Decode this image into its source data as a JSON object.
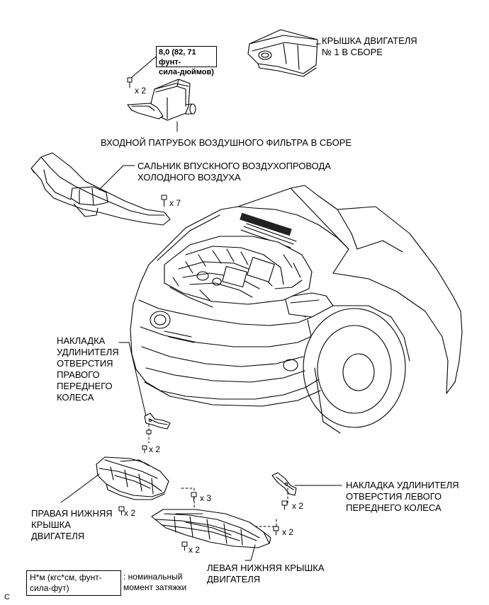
{
  "labels": {
    "engine_cover": [
      "КРЫШКА ДВИГАТЕЛЯ",
      "№ 1 В СБОРЕ"
    ],
    "air_inlet": "ВХОДНОЙ ПАТРУБОК ВОЗДУШНОГО ФИЛЬТРА В СБОРЕ",
    "cool_air_seal": [
      "САЛЬНИК ВПУСКНОГО ВОЗДУХОПРОВОДА",
      "ХОЛОДНОГО ВОЗДУХА"
    ],
    "right_wheel_cover": [
      "НАКЛАДКА",
      "УДЛИНИТЕЛЯ",
      "ОТВЕРСТИЯ",
      "ПРАВОГО",
      "ПЕРЕДНЕГО",
      "КОЛЕСА"
    ],
    "left_wheel_cover": [
      "НАКЛАДКА УДЛИНИТЕЛЯ",
      "ОТВЕРСТИЯ ЛЕВОГО",
      "ПЕРЕДНЕГО КОЛЕСА"
    ],
    "right_under_cover": [
      "ПРАВАЯ НИЖНЯЯ",
      "КРЫШКА",
      "ДВИГАТЕЛЯ"
    ],
    "left_under_cover": [
      "ЛЕВАЯ НИЖНЯЯ КРЫШКА",
      "ДВИГАТЕЛЯ"
    ]
  },
  "torque": [
    "8,0 (82, 71 фунт-",
    "сила-дюймов)"
  ],
  "quantities": {
    "inlet_bolts": "x 2",
    "seal_clips": "x 7",
    "right_wheel_bolts": "x 2",
    "right_cover_bolts": "x 2",
    "center_bolts": "x 3",
    "left_cover_bolts": "x 2",
    "left_wheel_bolts": "x 2",
    "left_under_bolts": "x 2"
  },
  "legend": {
    "box": [
      "Н*м (кгс*см, фунт-",
      "сила-фут)"
    ],
    "description": [
      ": номинальный",
      "момент затяжки"
    ]
  },
  "corner_mark": "C"
}
